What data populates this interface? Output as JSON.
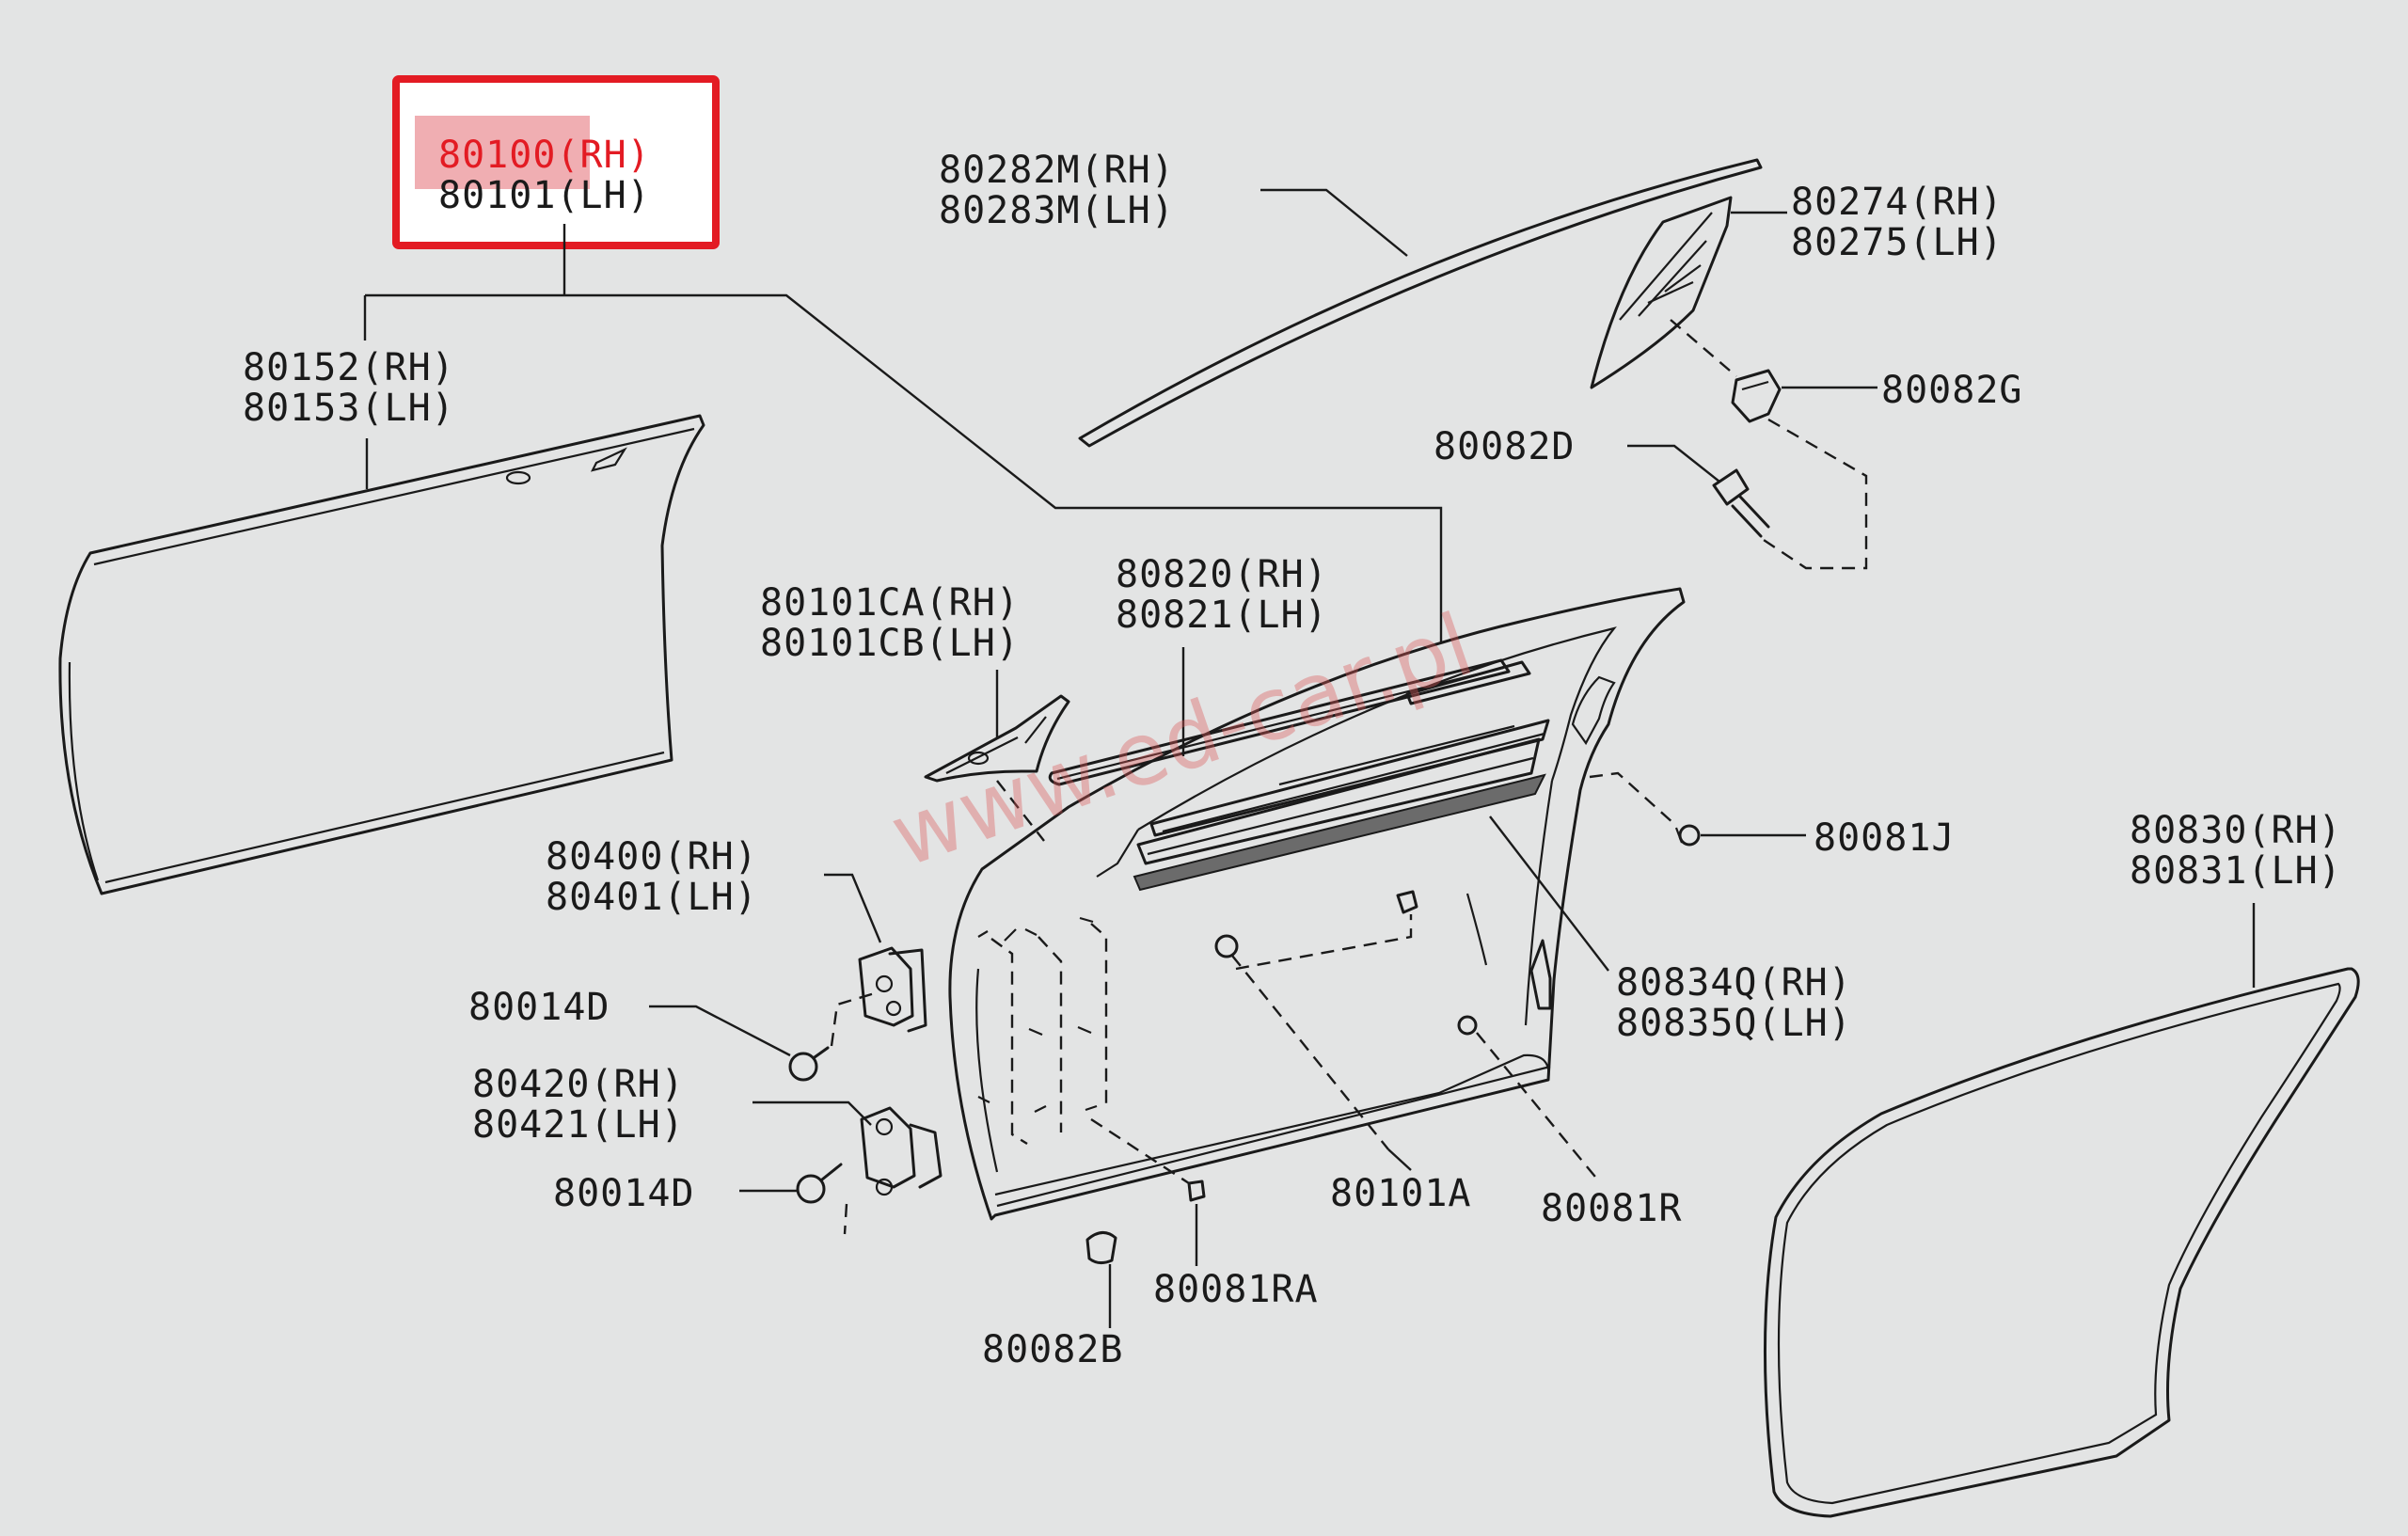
{
  "highlight_color": "#e31b23",
  "watermark": "www.ed-car.pl",
  "labels": {
    "door_assy_rh": "80100(RH)",
    "door_assy_lh": "80101(LH)",
    "outer_panel_rh": "80152(RH)",
    "outer_panel_lh": "80153(LH)",
    "sash_moulding_rh": "80282M(RH)",
    "sash_moulding_lh": "80283M(LH)",
    "corner_cover_rh": "80274(RH)",
    "corner_cover_lh": "80275(LH)",
    "grommet_g": "80082G",
    "clip_d": "80082D",
    "corner_bracket_rh": "80101CA(RH)",
    "corner_bracket_lh": "80101CB(LH)",
    "belt_moulding_rh": "80820(RH)",
    "belt_moulding_lh": "80821(LH)",
    "clip_j": "80081J",
    "upper_hinge_rh": "80400(RH)",
    "upper_hinge_lh": "80401(LH)",
    "bolt_upper": "80014D",
    "lower_hinge_rh": "80420(RH)",
    "lower_hinge_lh": "80421(LH)",
    "bolt_lower": "80014D",
    "inner_seal_rh": "80834Q(RH)",
    "inner_seal_lh": "80835Q(LH)",
    "weatherstrip_rh": "80830(RH)",
    "weatherstrip_lh": "80831(LH)",
    "grommet_a": "80101A",
    "clip_r": "80081R",
    "clip_ra": "80081RA",
    "plug_b": "80082B"
  }
}
